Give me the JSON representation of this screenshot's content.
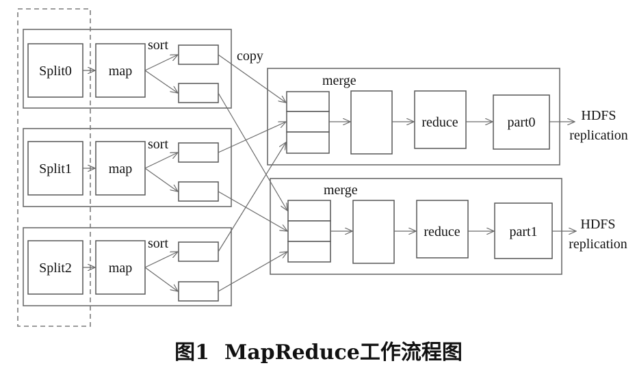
{
  "diagram": {
    "splits": [
      "Split0",
      "Split1",
      "Split2"
    ],
    "map_label": "map",
    "sort_label": "sort",
    "copy_label": "copy",
    "merge_label": "merge",
    "reduce_label": "reduce",
    "parts": [
      "part0",
      "part1"
    ],
    "output_line1": "HDFS",
    "output_line2": "replication"
  },
  "caption": {
    "label": "图1",
    "title": "MapReduce工作流程图"
  }
}
